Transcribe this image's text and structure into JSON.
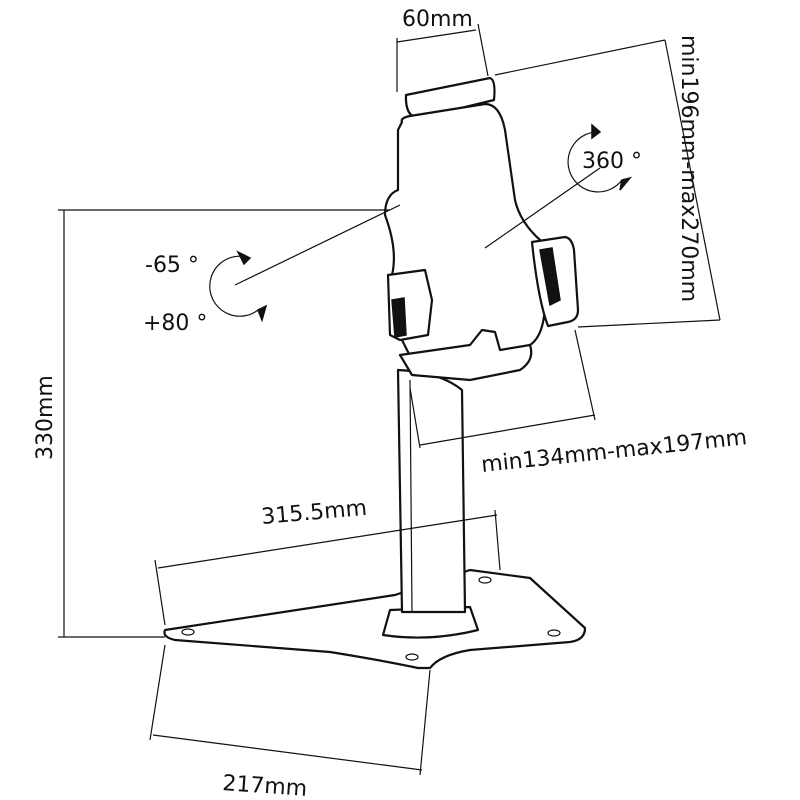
{
  "dimensions": {
    "clamp_width": "60mm",
    "rotation": "360 °",
    "tablet_height_range": "min196mm-max270mm",
    "tilt_up": "-65 °",
    "tilt_down": "+80 °",
    "total_height": "330mm",
    "tablet_width_range": "min134mm-max197mm",
    "base_length": "315.5mm",
    "base_width": "217mm"
  }
}
